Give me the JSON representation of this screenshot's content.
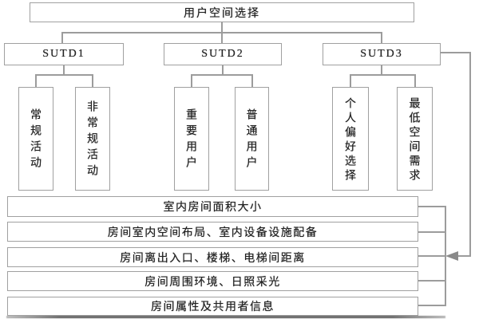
{
  "diagram": {
    "title": "用户空间选择",
    "branches": [
      {
        "label": "SUTD1",
        "children": [
          "常规活动",
          "非常规活动"
        ]
      },
      {
        "label": "SUTD2",
        "children": [
          "重要用户",
          "普通用户"
        ]
      },
      {
        "label": "SUTD3",
        "children": [
          "个人偏好选择",
          "最低空间需求"
        ]
      }
    ],
    "criteria": [
      "室内房间面积大小",
      "房间室内空间布局、室内设备设施配备",
      "房间离出入口、楼梯、电梯间距离",
      "房间周围环境、日照采光",
      "房间属性及共用者信息"
    ],
    "icons": {
      "arrow": "left-arrowhead"
    },
    "colors": {
      "background": "#ffffff",
      "box_border": "#a0a0a0",
      "line": "#9c9c9c",
      "arrow": "#8a8a8a",
      "text": "#222222"
    }
  }
}
